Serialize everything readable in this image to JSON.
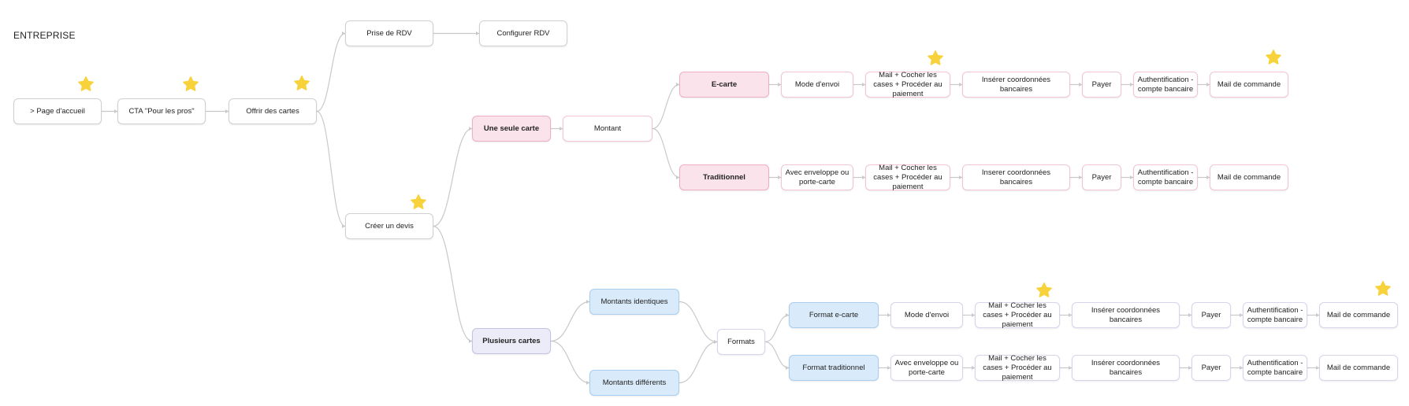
{
  "title": "ENTREPRISE",
  "colors": {
    "star": "#f7d23b",
    "edge": "#c9c9c9",
    "pink_fill": "#fbe3ec",
    "lavender_fill": "#ecebf8",
    "blue_fill": "#d9ebfa"
  },
  "icons": {
    "star": "star-icon"
  },
  "nodes": {
    "page_accueil": "> Page d'accueil",
    "cta_pros": "CTA \"Pour les pros\"",
    "offrir_cartes": "Offrir des cartes",
    "prise_rdv": "Prise de RDV",
    "configurer_rdv": "Configurer RDV",
    "creer_devis": "Créer un devis",
    "une_seule_carte": "Une seule carte",
    "montant": "Montant",
    "e_carte": "E-carte",
    "traditionnel": "Traditionnel",
    "ec_mode_envoi": "Mode d'envoi",
    "ec_mail_cocher": "Mail + Cocher les cases + Procéder au paiement",
    "ec_inserer": "Insérer coordonnées bancaires",
    "ec_payer": "Payer",
    "ec_auth": "Authentification - compte bancaire",
    "ec_mail_commande": "Mail de commande",
    "tr_enveloppe": "Avec enveloppe ou porte-carte",
    "tr_mail_cocher": "Mail + Cocher les cases + Procéder au paiement",
    "tr_inserer": "Inserer coordonnées bancaires",
    "tr_payer": "Payer",
    "tr_auth": "Authentification - compte bancaire",
    "tr_mail_commande": "Mail de commande",
    "plusieurs_cartes": "Plusieurs cartes",
    "montants_identiques": "Montants identiques",
    "montants_differents": "Montants différents",
    "formats": "Formats",
    "format_ecarte": "Format e-carte",
    "format_traditionnel": "Format traditionnel",
    "fe_mode_envoi": "Mode d'envoi",
    "fe_mail_cocher": "Mail + Cocher les cases + Procéder au paiement",
    "fe_inserer": "Insérer coordonnées bancaires",
    "fe_payer": "Payer",
    "fe_auth": "Authentification - compte bancaire",
    "fe_mail_commande": "Mail de commande",
    "ft_enveloppe": "Avec enveloppe ou porte-carte",
    "ft_mail_cocher": "Mail + Cocher les cases + Procéder au paiement",
    "ft_inserer": "Insérer coordonnées bancaires",
    "ft_payer": "Payer",
    "ft_auth": "Authentification - compte bancaire",
    "ft_mail_commande": "Mail de commande"
  }
}
